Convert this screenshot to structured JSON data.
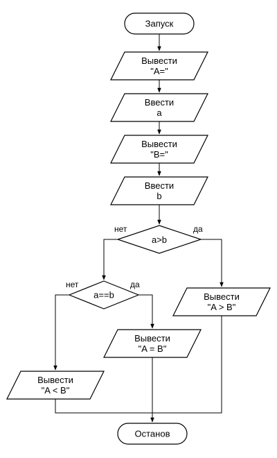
{
  "flowchart": {
    "start": "Запуск",
    "out_a_prompt": [
      "Вывести",
      "\"A=\""
    ],
    "in_a": [
      "Ввести",
      "a"
    ],
    "out_b_prompt": [
      "Вывести",
      "\"B=\""
    ],
    "in_b": [
      "Ввести",
      "b"
    ],
    "cond_gt": "a>b",
    "cond_eq": "a==b",
    "branch_no": "нет",
    "branch_yes": "да",
    "out_greater": [
      "Вывести",
      "\"A > B\""
    ],
    "out_equal": [
      "Вывести",
      "\"A = B\""
    ],
    "out_less": [
      "Вывести",
      "\"A < B\""
    ],
    "end": "Останов"
  }
}
